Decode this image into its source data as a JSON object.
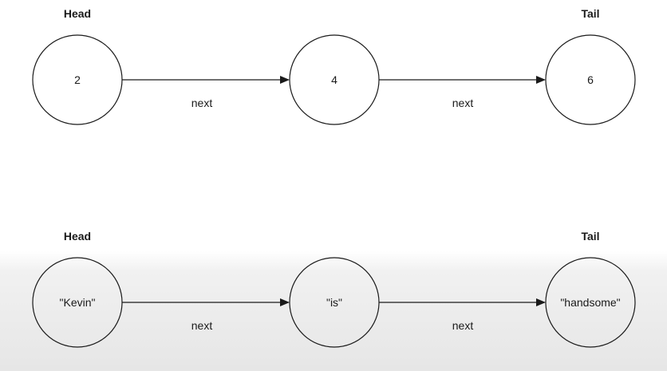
{
  "lists": [
    {
      "head_label": "Head",
      "tail_label": "Tail",
      "nodes": [
        {
          "value": "2"
        },
        {
          "value": "4"
        },
        {
          "value": "6"
        }
      ],
      "edges": [
        {
          "label": "next"
        },
        {
          "label": "next"
        }
      ]
    },
    {
      "head_label": "Head",
      "tail_label": "Tail",
      "nodes": [
        {
          "value": "\"Kevin\""
        },
        {
          "value": "\"is\""
        },
        {
          "value": "\"handsome\""
        }
      ],
      "edges": [
        {
          "label": "next"
        },
        {
          "label": "next"
        }
      ]
    }
  ]
}
